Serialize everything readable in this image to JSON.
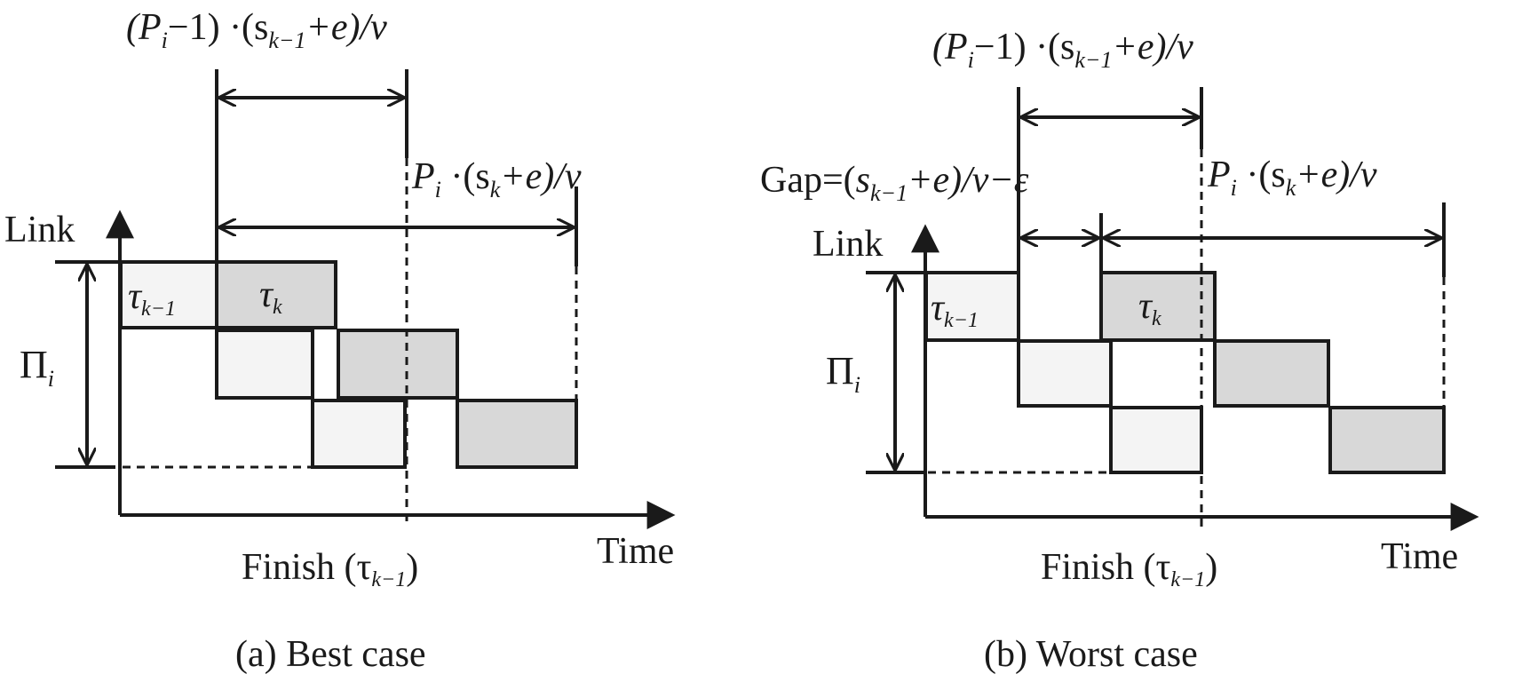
{
  "colors": {
    "light_packet": "#f4f4f4",
    "dark_packet": "#d8d8d8",
    "ink": "#1a1a1a"
  },
  "labels": {
    "link": "Link",
    "time": "Time",
    "pi": "Π",
    "pi_sub": "i",
    "tau": "τ",
    "tau_km1_sub": "k−1",
    "tau_k_sub": "k"
  },
  "panel_a": {
    "caption": "(a) Best case",
    "finish": "Finish (τ",
    "finish_sub": "k−1",
    "finish_close": ")"
  },
  "panel_b": {
    "caption": "(b) Worst case",
    "finish": "Finish (τ",
    "finish_sub": "k−1",
    "finish_close": ")",
    "gap_prefix": "Gap=(",
    "gap_suffix": "/v−ε"
  },
  "formula_prev": {
    "open": "(P",
    "i": "i",
    "minus_one": "−1) ·(s",
    "km1": "k−1",
    "plus_e": "+e)/v"
  },
  "formula_cur": {
    "p": "P",
    "i": "i",
    "dot_s": " ·(s",
    "k": "k",
    "plus_e": "+e)/v"
  }
}
